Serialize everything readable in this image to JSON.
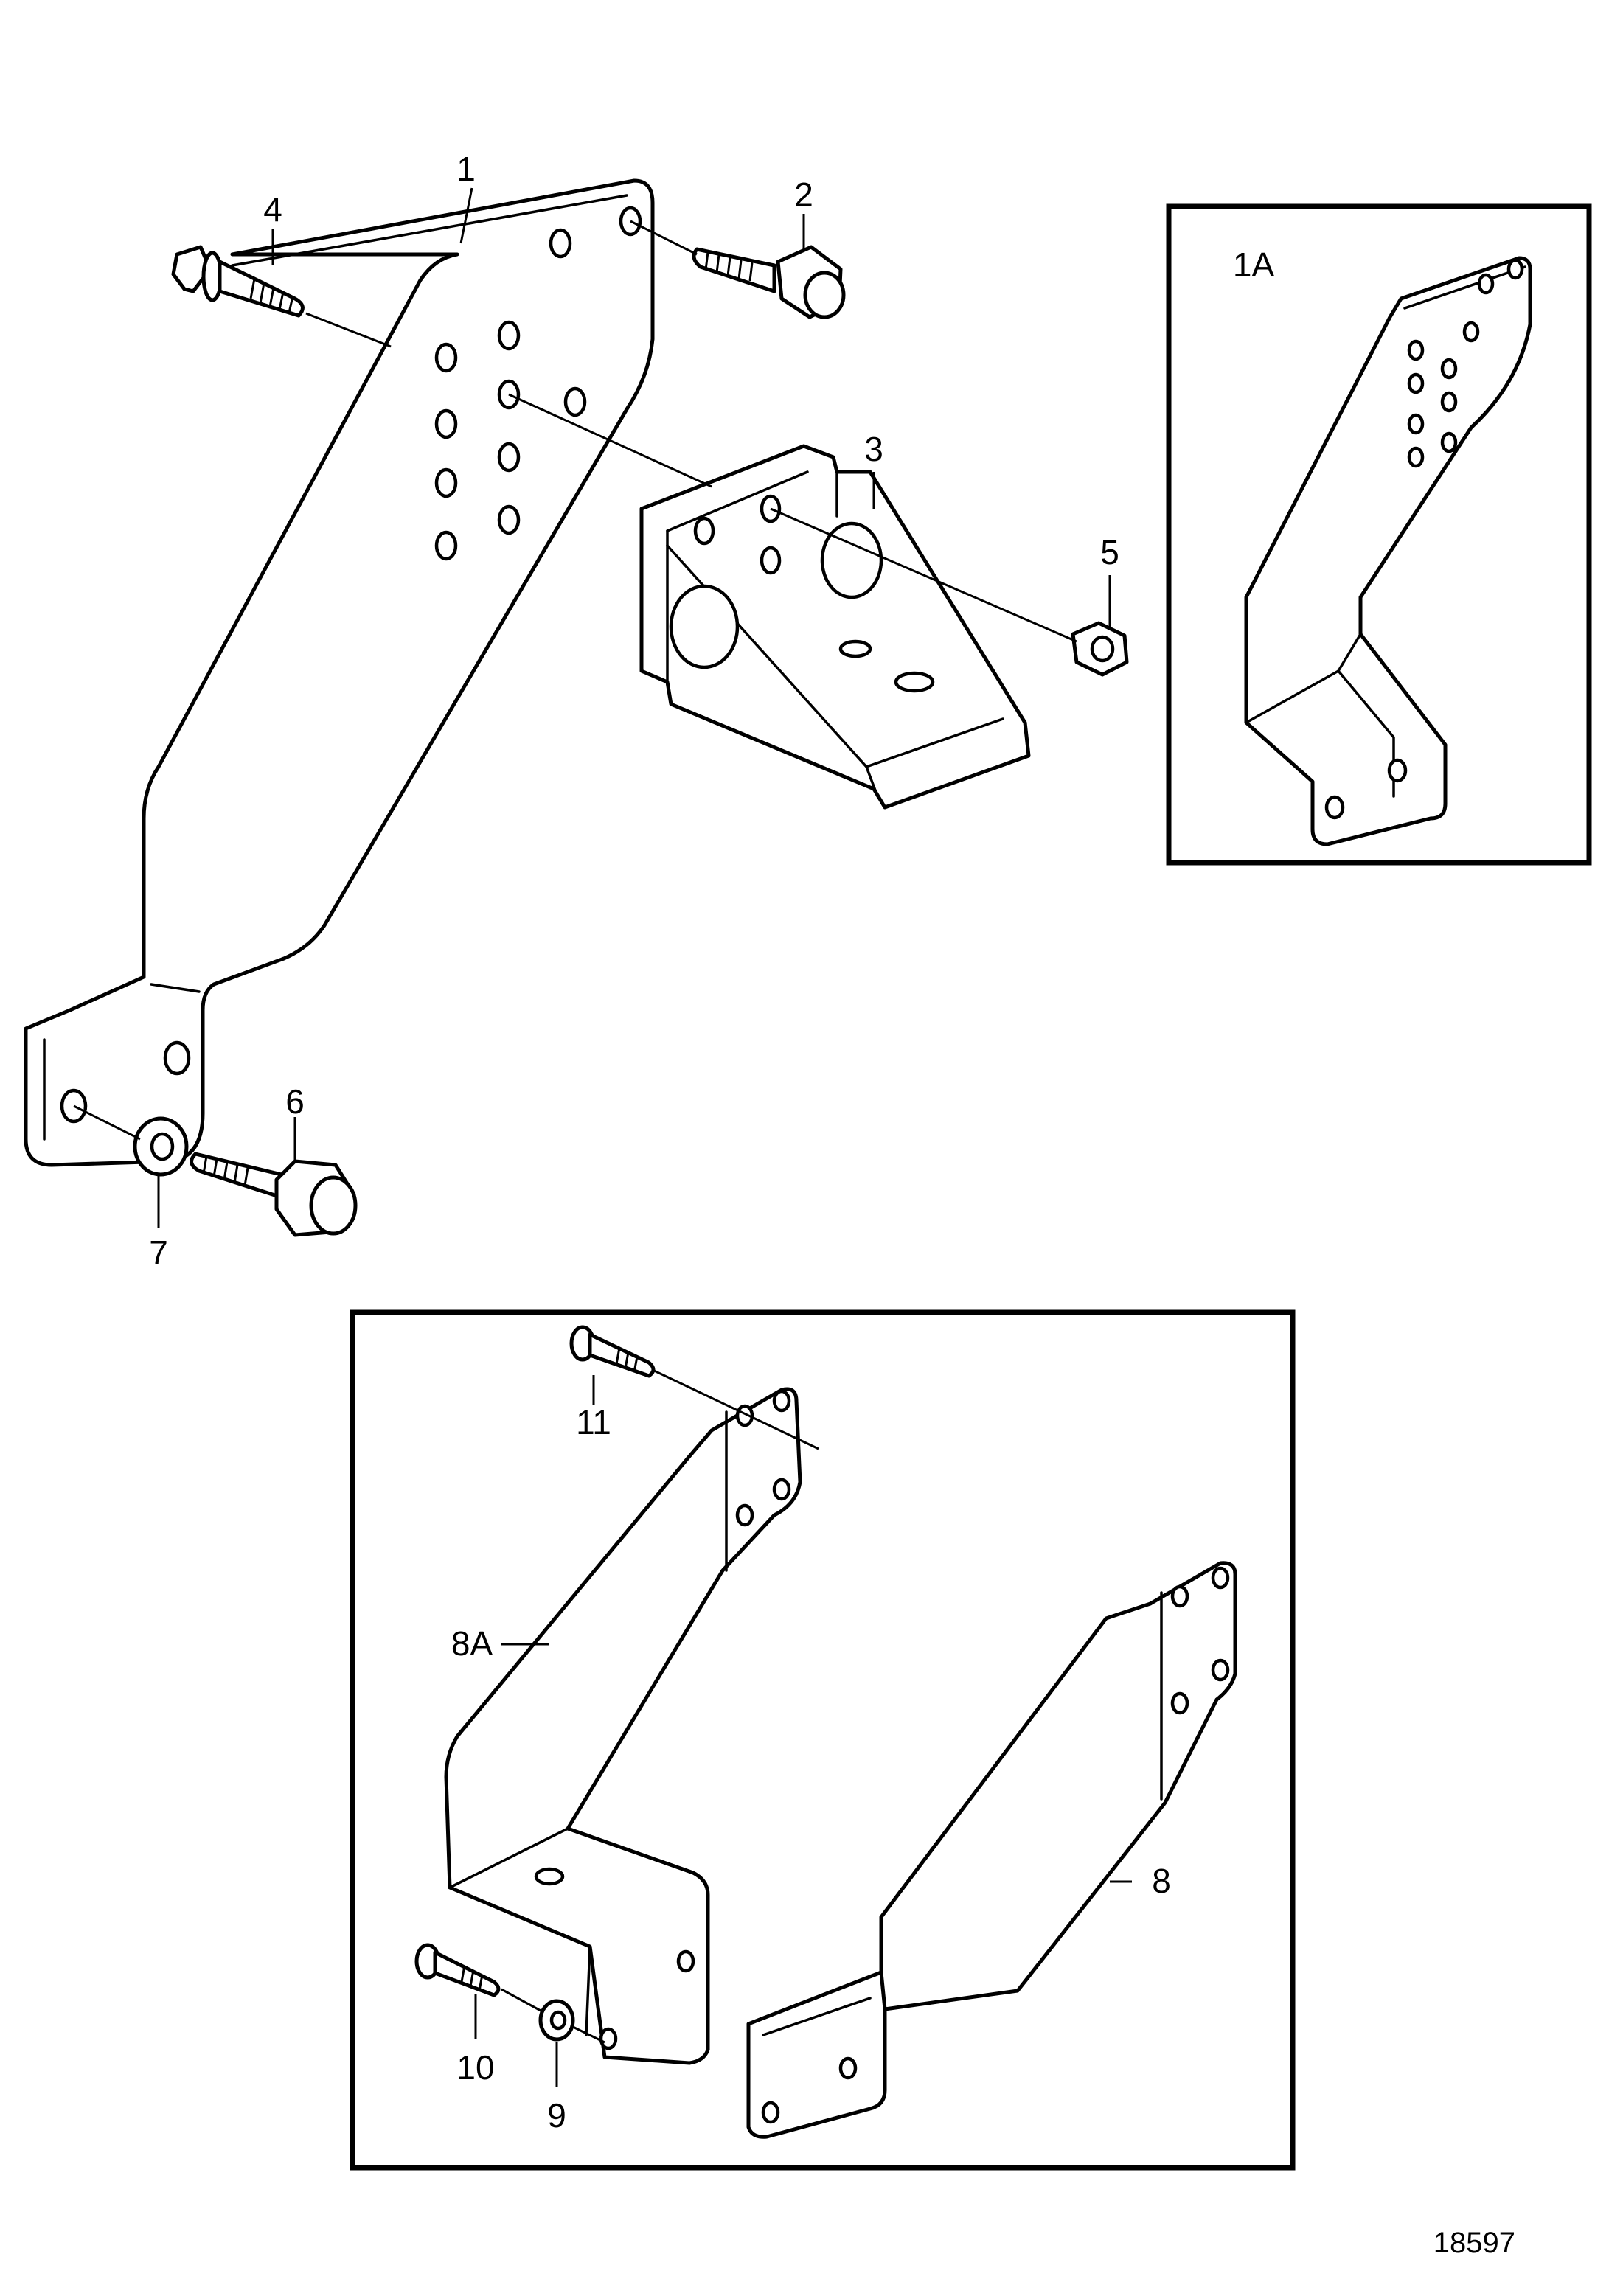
{
  "figure_number": "18597",
  "callouts": {
    "c1": "1",
    "c1A": "1A",
    "c2": "2",
    "c3": "3",
    "c4": "4",
    "c5": "5",
    "c6": "6",
    "c7": "7",
    "c8": "8",
    "c8A": "8A",
    "c9": "9",
    "c10": "10",
    "c11": "11"
  }
}
